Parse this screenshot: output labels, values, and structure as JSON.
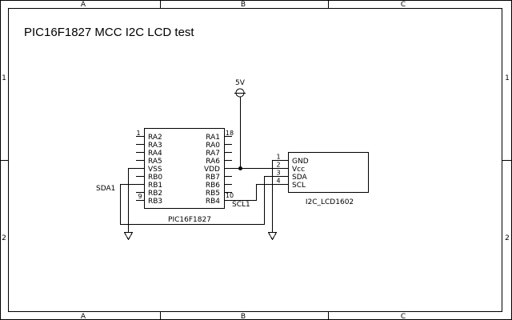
{
  "title": "PIC16F1827 MCC I2C LCD test",
  "border": {
    "cols": [
      "A",
      "B",
      "C"
    ],
    "rows": [
      "1",
      "2"
    ]
  },
  "power": {
    "label": "5V"
  },
  "mcu": {
    "name": "PIC16F1827",
    "left_pins": [
      "RA2",
      "RA3",
      "RA4",
      "RA5",
      "VSS",
      "RB0",
      "RB1",
      "RB2",
      "RB3"
    ],
    "right_pins": [
      "RA1",
      "RA0",
      "RA7",
      "RA6",
      "VDD",
      "RB7",
      "RB6",
      "RB5",
      "RB4"
    ],
    "pin_first": "1",
    "pin_left_last": "9",
    "pin_right_first": "18",
    "pin_right_last": "10"
  },
  "lcd": {
    "name": "I2C_LCD1602",
    "pins": [
      "GND",
      "Vcc",
      "SDA",
      "SCL"
    ],
    "pin_numbers": [
      "1",
      "2",
      "3",
      "4"
    ]
  },
  "nets": {
    "sda": "SDA1",
    "scl": "SCL1"
  }
}
